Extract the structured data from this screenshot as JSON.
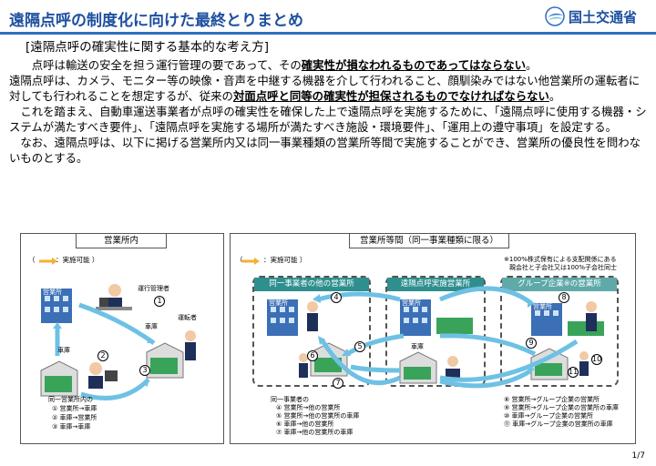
{
  "header": {
    "title": "遠隔点呼の制度化に向けた最終とりまとめ",
    "ministry": "国土交通省"
  },
  "section": {
    "title": "[遠隔点呼の確実性に関する基本的な考え方]",
    "p1a": "点呼は輸送の安全を担う運行管理の要であって、その",
    "p1u": "確実性が損なわれるものであってはならない",
    "p1b": "。",
    "p2a": "遠隔点呼は、カメラ、モニター等の映像・音声を中継する機器を介して行われること、顔馴染みではない他営業所の運転者に対しても行われることを想定するが、従来の",
    "p2u": "対面点呼と同等の確実性が担保されるものでなければならない",
    "p2b": "。",
    "p3": "これを踏まえ、自動車運送事業者が点呼の確実性を確保した上で遠隔点呼を実施するために、「遠隔点呼に使用する機器・システムが満たすべき要件」、「遠隔点呼を実施する場所が満たすべき施設・環境要件」、「運用上の遵守事項」を設定する。",
    "p4": "なお、遠隔点呼は、以下に掲げる営業所内又は同一事業種類の営業所等間で実施することができ、営業所の優良性を問わないものとする。"
  },
  "left_panel": {
    "head": "営業所内",
    "legend": "（　　　：実施可能 ）",
    "office_sign": "営業所",
    "manager_label": "運行管理者",
    "garage_label_1": "車庫",
    "driver_label": "運転者",
    "garage_label_2": "車庫",
    "nums": [
      "1",
      "2",
      "3"
    ],
    "notes": [
      "同一営業所内の",
      "① 営業所→車庫",
      "② 車庫→営業所",
      "③ 車庫→車庫"
    ]
  },
  "right_panel": {
    "head": "営業所等間（同一事業種類に限る）",
    "legend": "（　　　：実施可能 ）",
    "footnote_1": "※100%株式保有による支配関係にある",
    "footnote_2": "親会社と子会社又は100%子会社同士",
    "group_other": "同一事業者の他の営業所",
    "group_remote": "遠隔点呼実施営業所",
    "group_subsidiary": "グループ企業※の営業所",
    "office_sign": "営業所",
    "garage_label": "車庫",
    "nums": [
      "4",
      "5",
      "6",
      "7",
      "8",
      "9",
      "10",
      "11"
    ],
    "notes_left": [
      "同一事業者の",
      "④ 営業所→他の営業所",
      "⑤ 営業所→他の営業所の車庫",
      "⑥ 車庫→他の営業所",
      "⑦ 車庫→他の営業所の車庫"
    ],
    "notes_right": [
      "⑧ 営業所→グループ企業の営業所",
      "⑨ 営業所→グループ企業の営業所の車庫",
      "⑩ 車庫→グループ企業の営業所",
      "⑪ 車庫→グループ企業の営業所の車庫"
    ]
  },
  "page": "1/7",
  "colors": {
    "accent": "#1d4fa0",
    "arrow": "#6ec1e4",
    "group": "#2f8f8f",
    "legend_arrow": "#f2b134"
  }
}
